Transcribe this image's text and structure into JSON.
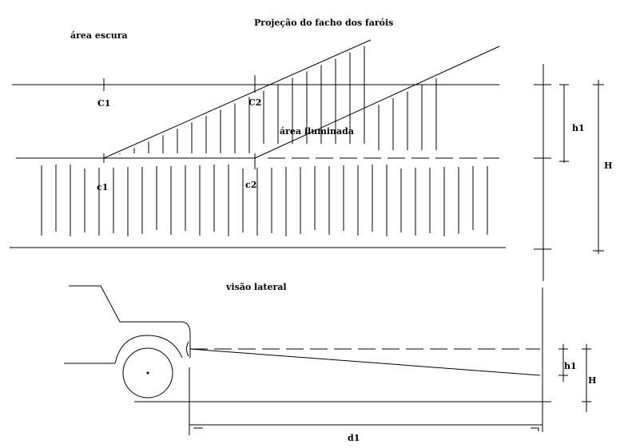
{
  "diagram": {
    "title": "Projeção do facho dos faróis",
    "top_view": {
      "dark_area": "área escura",
      "lit_area": "área iluminada",
      "points": {
        "C1": "C1",
        "C2": "C2",
        "c1": "c1",
        "c2": "c2"
      },
      "dim_h1": "h1",
      "dim_H": "H"
    },
    "side_view": {
      "label": "visão lateral",
      "dim_h1": "h1",
      "dim_H": "H",
      "dim_d1": "d1"
    }
  }
}
